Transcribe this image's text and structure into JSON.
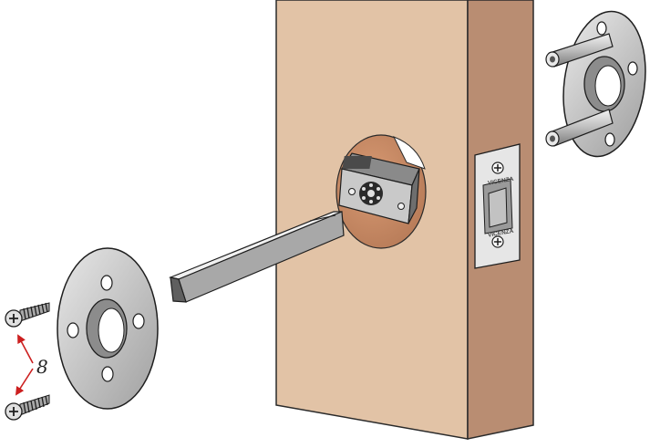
{
  "strike_plate": {
    "brand_top": "VICENZA",
    "brand_bottom": "VICENZA"
  },
  "callout": {
    "quantity": "8",
    "color": "#cc1f1f"
  },
  "colors": {
    "door_face": "#e2c3a6",
    "door_edge": "#b98d72",
    "metal_light": "#d7d7d7",
    "metal_mid": "#a9a9a9",
    "metal_dark": "#6f6f6f",
    "outline": "#222222"
  },
  "components": [
    "door-slab",
    "mounting-hole",
    "latch-assembly",
    "spindle",
    "strike-plate",
    "rose-plate-front",
    "rose-plate-back",
    "mounting-posts",
    "screws"
  ]
}
